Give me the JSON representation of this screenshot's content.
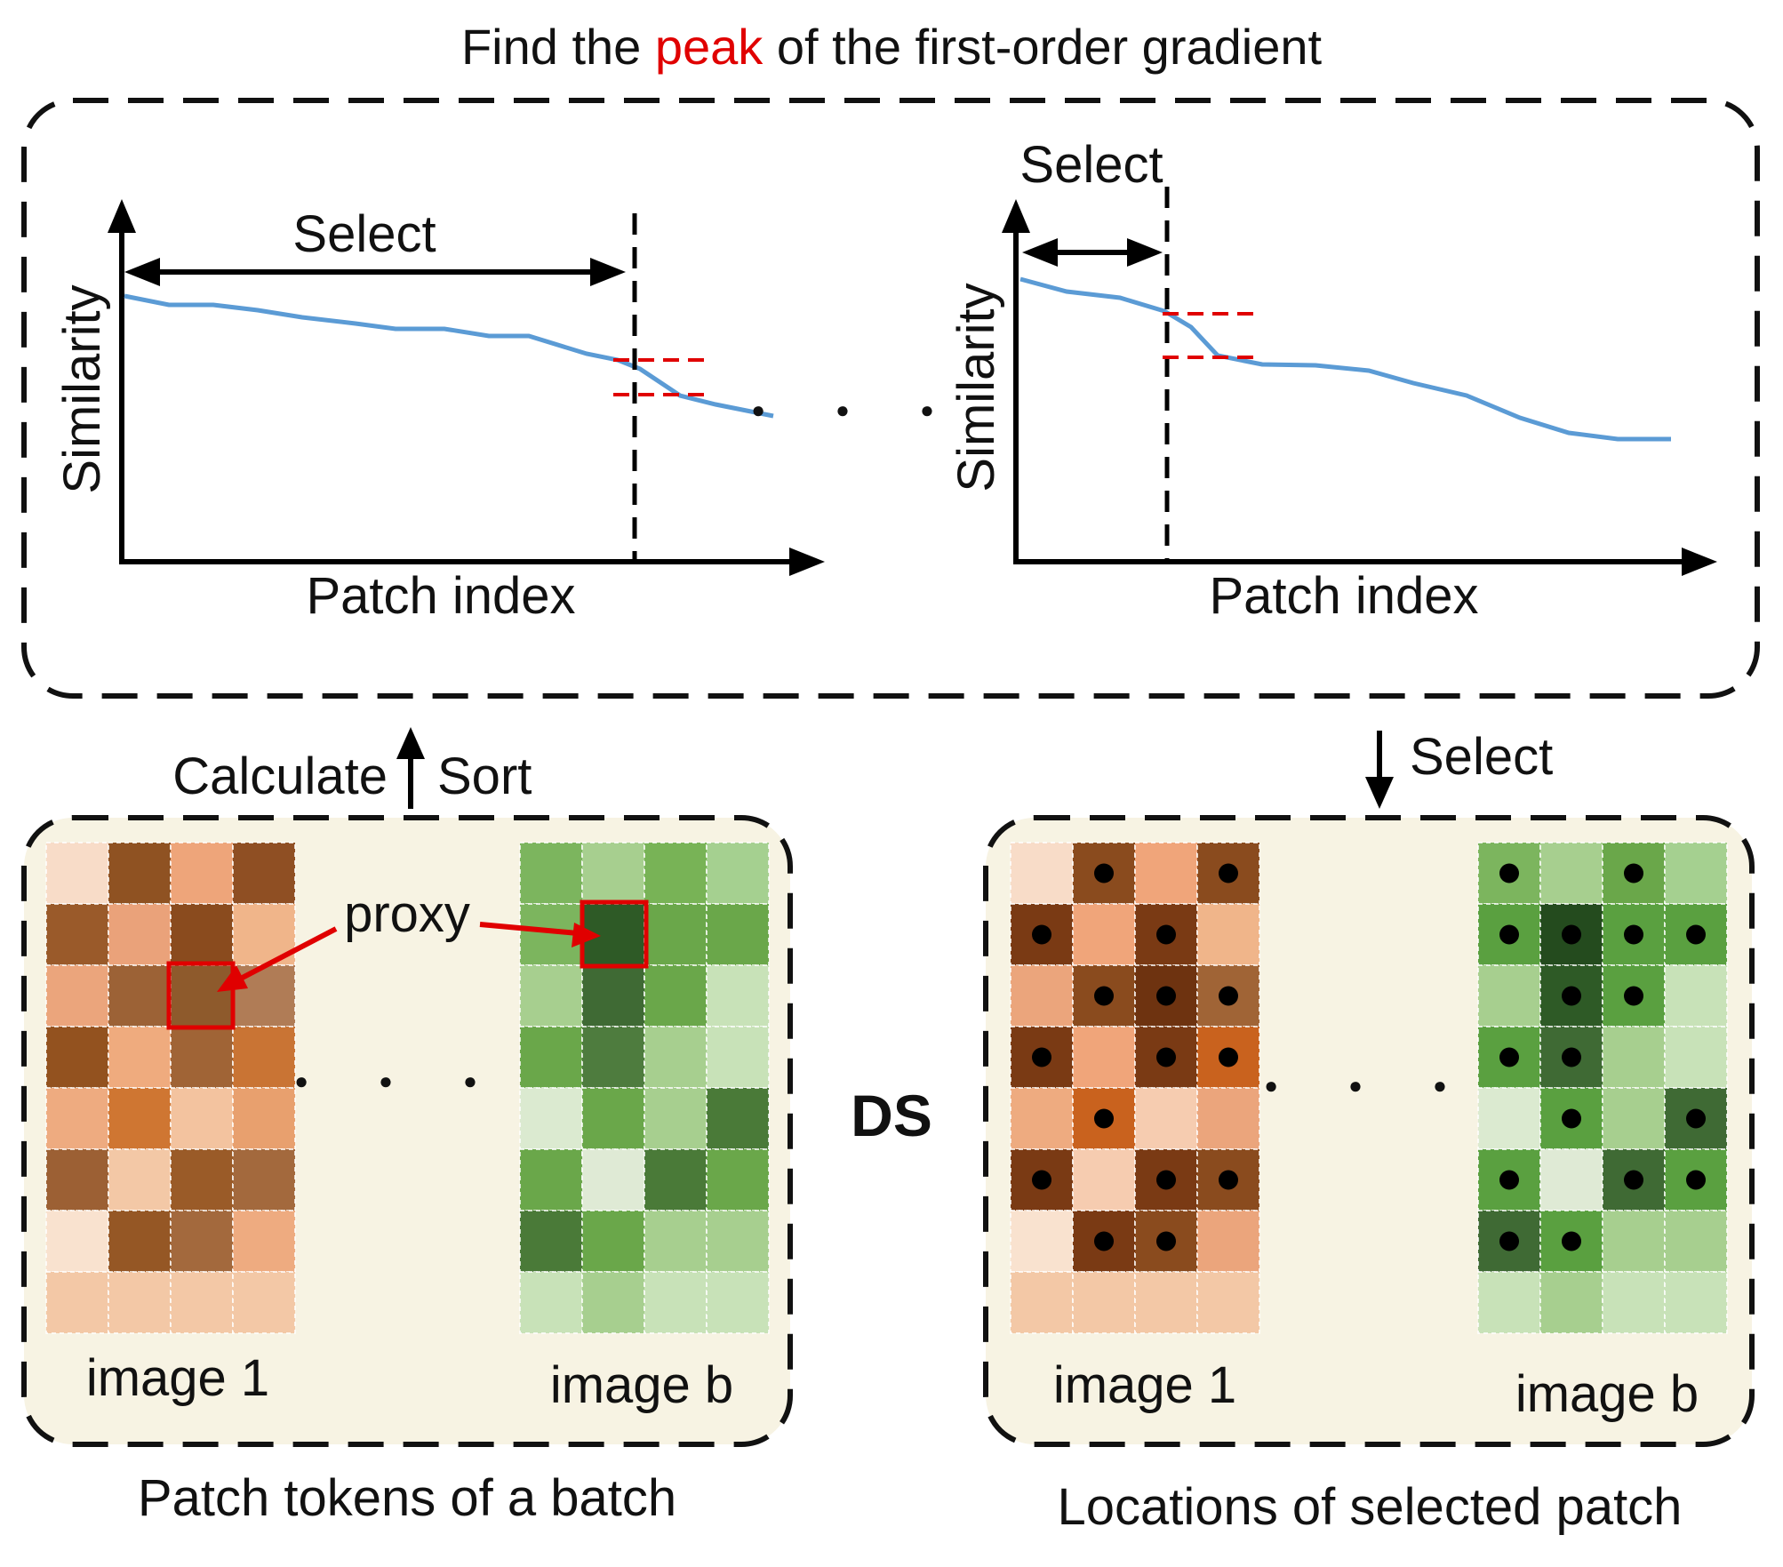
{
  "title": {
    "before": "Find the ",
    "highlight": "peak",
    "after": " of the first-order gradient"
  },
  "ellipsis_mark": "● ● ●",
  "top_panel": {
    "left_plot": {
      "ylabel": "Similarity",
      "xlabel": "Patch index",
      "select_label": "Select"
    },
    "right_plot": {
      "ylabel": "Similarity",
      "xlabel": "Patch index",
      "select_label": "Select"
    }
  },
  "flow": {
    "up_left_label": "Calculate",
    "up_right_label": "Sort",
    "down_label": "Select",
    "center_label": "DS"
  },
  "left_panel": {
    "caption": "Patch tokens of a batch",
    "image1_label": "image 1",
    "imageb_label": "image b",
    "proxy_label": "proxy",
    "grid_orange": [
      [
        "#f8dcc8",
        "#8f5222",
        "#eea57a",
        "#8f4f23"
      ],
      [
        "#9a5a2a",
        "#eaa27a",
        "#8a4b1e",
        "#f0b58a"
      ],
      [
        "#eba57c",
        "#9c6236",
        "#8e5a2c",
        "#b07c56"
      ],
      [
        "#93521f",
        "#efab7e",
        "#a06436",
        "#c97434"
      ],
      [
        "#eeab80",
        "#cf7632",
        "#f3c39f",
        "#e8a06e"
      ],
      [
        "#9c6034",
        "#f3c8a6",
        "#9a5b28",
        "#a3693d"
      ],
      [
        "#f9e2cf",
        "#955725",
        "#a3693d",
        "#eeab80"
      ],
      [
        "#f3c8a6",
        "#f3c8a6",
        "#f3c8a6",
        "#f3c8a6"
      ]
    ],
    "grid_green": [
      [
        "#7cb55e",
        "#a7cf8f",
        "#78b356",
        "#a5d090"
      ],
      [
        "#7cb55e",
        "#2e5a26",
        "#6aa74a",
        "#6aa74a"
      ],
      [
        "#a7cf8f",
        "#3f6a34",
        "#6aa74a",
        "#c8e2b8"
      ],
      [
        "#6aa74a",
        "#4e7c3e",
        "#a7cf8f",
        "#c8e2b8"
      ],
      [
        "#dbead0",
        "#6aa74a",
        "#a7cf8f",
        "#4a7a38"
      ],
      [
        "#6aa74a",
        "#dfead5",
        "#4a7a38",
        "#6aa74a"
      ],
      [
        "#4a7a38",
        "#6aa74a",
        "#a7cf8f",
        "#a7cf8f"
      ],
      [
        "#c8e2b8",
        "#a7cf8f",
        "#c8e2b8",
        "#c8e2b8"
      ]
    ]
  },
  "right_panel": {
    "caption": "Locations of selected patch",
    "image1_label": "image 1",
    "imageb_label": "image b",
    "grid_orange": [
      [
        "#f8dcc8",
        "#8a4b1e",
        "#f0a57a",
        "#8a4b1e"
      ],
      [
        "#7a3a14",
        "#f0a57a",
        "#7a3a14",
        "#f0b58a"
      ],
      [
        "#eba57c",
        "#8a4b1e",
        "#6e3310",
        "#a06436"
      ],
      [
        "#7a3a14",
        "#f0a57a",
        "#7a3a14",
        "#c9621e"
      ],
      [
        "#eeab80",
        "#c9621e",
        "#f6ccb0",
        "#eba57c"
      ],
      [
        "#7a3a14",
        "#f6ccb0",
        "#7a3a14",
        "#8a4b1e"
      ],
      [
        "#f9e2cf",
        "#7a3a14",
        "#8a4b1e",
        "#eba57c"
      ],
      [
        "#f3c8a6",
        "#f3c8a6",
        "#f3c8a6",
        "#f3c8a6"
      ]
    ],
    "dots_orange": [
      [
        0,
        1,
        0,
        1
      ],
      [
        1,
        0,
        1,
        0
      ],
      [
        0,
        1,
        1,
        1
      ],
      [
        1,
        0,
        1,
        1
      ],
      [
        0,
        1,
        0,
        0
      ],
      [
        1,
        0,
        1,
        1
      ],
      [
        0,
        1,
        1,
        0
      ],
      [
        0,
        0,
        0,
        0
      ]
    ],
    "grid_green": [
      [
        "#7cb55e",
        "#a7cf8f",
        "#6aa74a",
        "#a5d090"
      ],
      [
        "#5aa040",
        "#244b1e",
        "#5aa040",
        "#5aa040"
      ],
      [
        "#a7cf8f",
        "#2e5a26",
        "#5aa040",
        "#c8e2b8"
      ],
      [
        "#5aa040",
        "#3f6a34",
        "#a7cf8f",
        "#c8e2b8"
      ],
      [
        "#dbead0",
        "#5aa040",
        "#a7cf8f",
        "#3f6a34"
      ],
      [
        "#5aa040",
        "#dfead5",
        "#3f6a34",
        "#5aa040"
      ],
      [
        "#3f6a34",
        "#5aa040",
        "#a7cf8f",
        "#a7cf8f"
      ],
      [
        "#c8e2b8",
        "#a7cf8f",
        "#c8e2b8",
        "#c8e2b8"
      ]
    ],
    "dots_green": [
      [
        1,
        0,
        1,
        0
      ],
      [
        1,
        1,
        1,
        1
      ],
      [
        0,
        1,
        1,
        0
      ],
      [
        1,
        1,
        0,
        0
      ],
      [
        0,
        1,
        0,
        1
      ],
      [
        1,
        0,
        1,
        1
      ],
      [
        1,
        1,
        0,
        0
      ],
      [
        0,
        0,
        0,
        0
      ]
    ]
  },
  "colors": {
    "curve": "#5b9bd5",
    "highlight": "#e00000",
    "panel_fill": "#f7f3e3"
  }
}
